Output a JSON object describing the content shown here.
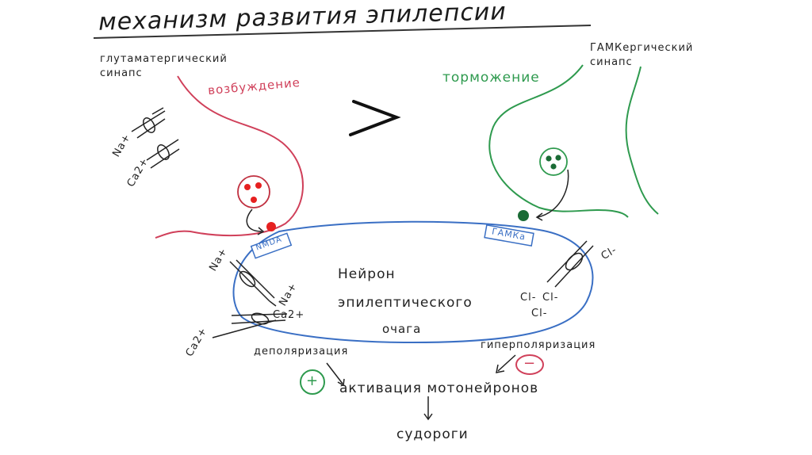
{
  "title": "механизм развития эпилепсии",
  "left_synapse": {
    "label": "глутаматергический синапс",
    "state": "возбуждение",
    "ions": [
      "Na+",
      "Ca2+"
    ],
    "receptor": "NMDA"
  },
  "comparison_sign": ">",
  "right_synapse": {
    "label": "ГАМКергический синапс",
    "state": "торможение",
    "receptor": "ГАМКа"
  },
  "neuron": {
    "label_line1": "Нейрон",
    "label_line2": "эпилептического",
    "label_line3": "очага",
    "ions_in_left": [
      "Na+",
      "Ca2+"
    ],
    "ions_out_left": [
      "Na+",
      "Ca2+"
    ],
    "ions_right_in": [
      "Cl-",
      "Cl-",
      "Cl-"
    ],
    "ion_right_out": "Cl-"
  },
  "left_effect": {
    "label": "деполяризация",
    "sign": "+"
  },
  "right_effect": {
    "label": "гиперполяризация",
    "sign": "−"
  },
  "activation": "активация мотонейронов",
  "result": "судороги",
  "colors": {
    "excitation": "#d0405a",
    "inhibition": "#2e9a4e",
    "neuron": "#3a6fc4",
    "ink": "#1e1e1e",
    "red_dot": "#e62020",
    "green_dot": "#1a6b35"
  }
}
